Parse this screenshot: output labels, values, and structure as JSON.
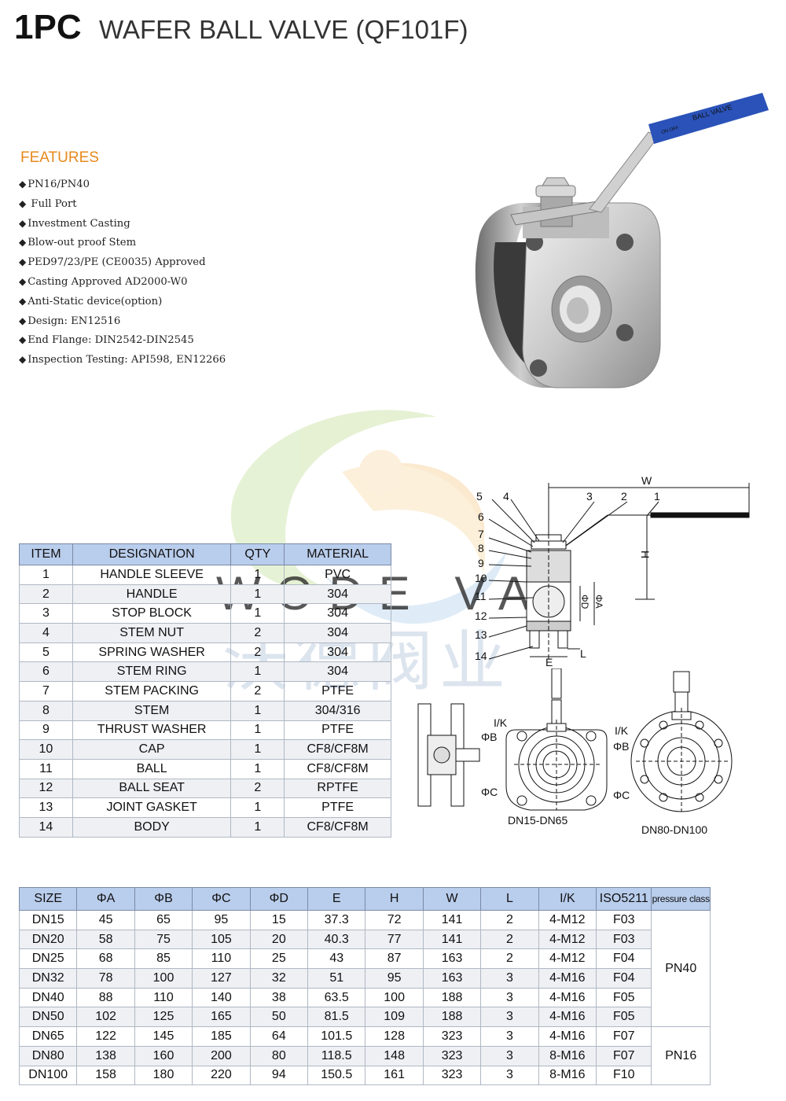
{
  "title": {
    "code": "1PC",
    "name": "WAFER BALL VALVE (QF101F)"
  },
  "features": {
    "heading": "FEATURES",
    "items": [
      "PN16/PN40",
      " Full Port",
      "Investment Casting",
      "Blow-out proof Stem",
      "PED97/23/PE (CE0035) Approved",
      "Casting Approved AD2000-W0",
      "Anti-Static device(option)",
      "Design: EN12516",
      "End Flange: DIN2542-DIN2545",
      "Inspection Testing: API598, EN12266"
    ]
  },
  "product": {
    "handle_text": "BALL VALVE",
    "on_off": "ON  OFF"
  },
  "watermark": {
    "latin": "WODE VALVE",
    "chinese": "沃德阀业"
  },
  "parts_table": {
    "headers": [
      "ITEM",
      "DESIGNATION",
      "QTY",
      "MATERIAL"
    ],
    "rows": [
      [
        "1",
        "HANDLE SLEEVE",
        "1",
        "PVC"
      ],
      [
        "2",
        "HANDLE",
        "1",
        "304"
      ],
      [
        "3",
        "STOP BLOCK",
        "1",
        "304"
      ],
      [
        "4",
        "STEM NUT",
        "2",
        "304"
      ],
      [
        "5",
        "SPRING WASHER",
        "2",
        "304"
      ],
      [
        "6",
        "STEM RING",
        "1",
        "304"
      ],
      [
        "7",
        "STEM PACKING",
        "2",
        "PTFE"
      ],
      [
        "8",
        "STEM",
        "1",
        "304/316"
      ],
      [
        "9",
        "THRUST WASHER",
        "1",
        "PTFE"
      ],
      [
        "10",
        "CAP",
        "1",
        "CF8/CF8M"
      ],
      [
        "11",
        "BALL",
        "1",
        "CF8/CF8M"
      ],
      [
        "12",
        "BALL SEAT",
        "2",
        "RPTFE"
      ],
      [
        "13",
        "JOINT GASKET",
        "1",
        "PTFE"
      ],
      [
        "14",
        "BODY",
        "1",
        "CF8/CF8M"
      ]
    ]
  },
  "drawing": {
    "callouts": [
      "5",
      "4",
      "3",
      "2",
      "1",
      "6",
      "7",
      "8",
      "9",
      "10",
      "11",
      "12",
      "13",
      "14"
    ],
    "dims": {
      "w": "W",
      "h": "H",
      "d": "ΦD",
      "a": "ΦA",
      "e": "E",
      "l": "L"
    },
    "front_labels": {
      "ik": "I/K",
      "b": "ΦB",
      "c": "ΦC"
    },
    "view_small": "DN15-DN65",
    "view_large": "DN80-DN100"
  },
  "size_table": {
    "headers": [
      "SIZE",
      "ΦA",
      "ΦB",
      "ΦC",
      "ΦD",
      "E",
      "H",
      "W",
      "L",
      "I/K",
      "ISO5211",
      "pressure class"
    ],
    "rows": [
      [
        "DN15",
        "45",
        "65",
        "95",
        "15",
        "37.3",
        "72",
        "141",
        "2",
        "4-M12",
        "F03"
      ],
      [
        "DN20",
        "58",
        "75",
        "105",
        "20",
        "40.3",
        "77",
        "141",
        "2",
        "4-M12",
        "F03"
      ],
      [
        "DN25",
        "68",
        "85",
        "110",
        "25",
        "43",
        "87",
        "163",
        "2",
        "4-M12",
        "F04"
      ],
      [
        "DN32",
        "78",
        "100",
        "127",
        "32",
        "51",
        "95",
        "163",
        "3",
        "4-M16",
        "F04"
      ],
      [
        "DN40",
        "88",
        "110",
        "140",
        "38",
        "63.5",
        "100",
        "188",
        "3",
        "4-M16",
        "F05"
      ],
      [
        "DN50",
        "102",
        "125",
        "165",
        "50",
        "81.5",
        "109",
        "188",
        "3",
        "4-M16",
        "F05"
      ],
      [
        "DN65",
        "122",
        "145",
        "185",
        "64",
        "101.5",
        "128",
        "323",
        "3",
        "4-M16",
        "F07"
      ],
      [
        "DN80",
        "138",
        "160",
        "200",
        "80",
        "118.5",
        "148",
        "323",
        "3",
        "8-M16",
        "F07"
      ],
      [
        "DN100",
        "158",
        "180",
        "220",
        "94",
        "150.5",
        "161",
        "323",
        "3",
        "8-M16",
        "F10"
      ]
    ],
    "pressure_groups": [
      {
        "label": "PN40",
        "rows": 6
      },
      {
        "label": "PN16",
        "rows": 3
      }
    ]
  }
}
